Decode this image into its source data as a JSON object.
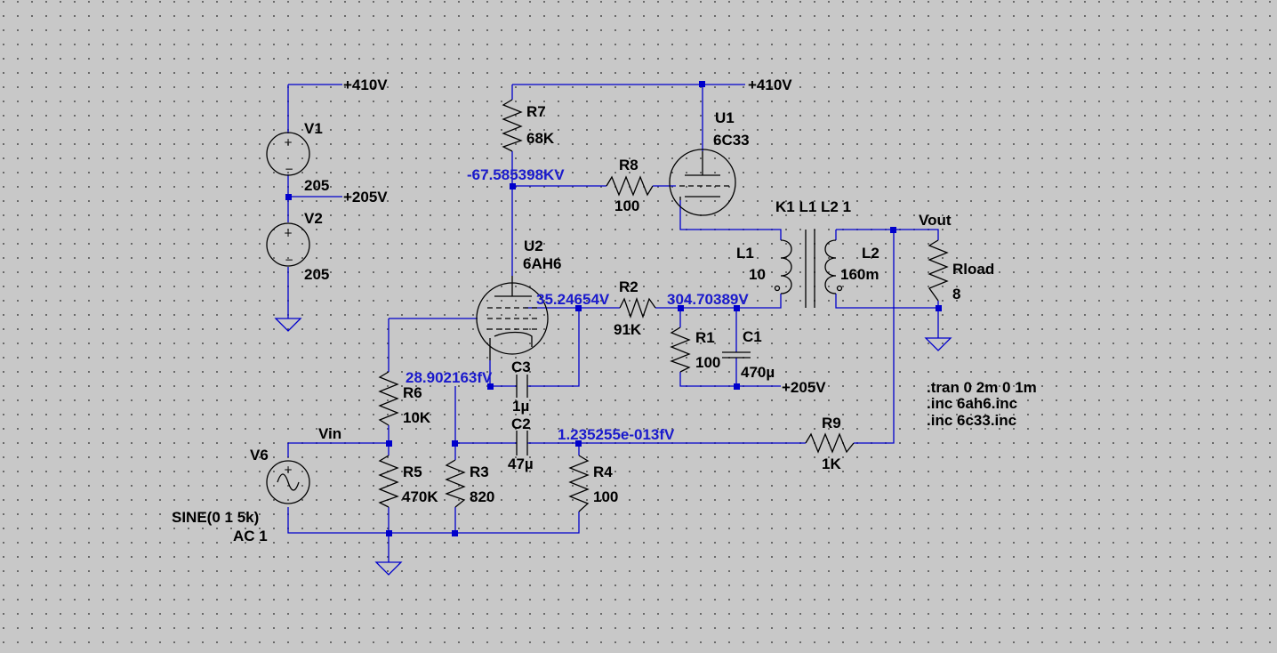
{
  "components": {
    "v1": {
      "name": "V1",
      "value": "205"
    },
    "v2": {
      "name": "V2",
      "value": "205"
    },
    "v6": {
      "name": "V6",
      "value": "SINE(0 1 5k)",
      "ac": "AC 1"
    },
    "r7": {
      "name": "R7",
      "value": "68K"
    },
    "r8": {
      "name": "R8",
      "value": "100"
    },
    "r2": {
      "name": "R2",
      "value": "91K"
    },
    "r1": {
      "name": "R1",
      "value": "100"
    },
    "r6": {
      "name": "R6",
      "value": "10K"
    },
    "r5": {
      "name": "R5",
      "value": "470K"
    },
    "r3": {
      "name": "R3",
      "value": "820"
    },
    "r4": {
      "name": "R4",
      "value": "100"
    },
    "r9": {
      "name": "R9",
      "value": "1K"
    },
    "rload": {
      "name": "Rload",
      "value": "8"
    },
    "c1": {
      "name": "C1",
      "value": "470µ"
    },
    "c2": {
      "name": "C2",
      "value": "47µ"
    },
    "c3": {
      "name": "C3",
      "value": "1µ"
    },
    "l1": {
      "name": "L1",
      "value": "10"
    },
    "l2": {
      "name": "L2",
      "value": "160m"
    },
    "u1": {
      "name": "U1",
      "value": "6C33"
    },
    "u2": {
      "name": "U2",
      "value": "6AH6"
    }
  },
  "net_labels": {
    "supply_410_left": "+410V",
    "supply_410_right": "+410V",
    "supply_205_left": "+205V",
    "supply_205_bottom": "+205V",
    "vin": "Vin",
    "vout": "Vout"
  },
  "coupling": "K1 L1 L2 1",
  "voltage_probes": {
    "r7_node": "-67.585398KV",
    "u2_plate": "35.24654V",
    "r2_node": "304.70389V",
    "c3_node": "28.902163fV",
    "feedback_node": "1.235255e-013fV"
  },
  "spice_directives": [
    ".tran 0 2m 0 1m",
    ".inc 6ah6.inc",
    ".inc 6c33.inc"
  ],
  "colors": {
    "wire": "#0000cc",
    "component": "#000000",
    "probe_text": "#1a1acc",
    "background": "#c8c8c8"
  }
}
